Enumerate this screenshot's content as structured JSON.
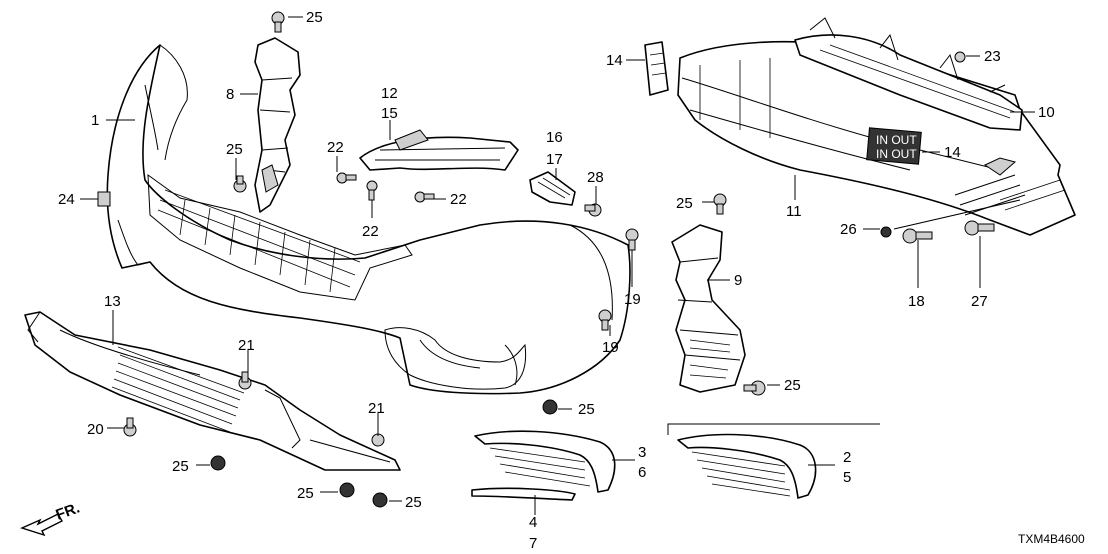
{
  "diagram": {
    "code": "TXM4B4600",
    "direction_label": "FR.",
    "callouts": {
      "c1": "1",
      "c2": "2",
      "c3": "3",
      "c4": "4",
      "c5": "5",
      "c6": "6",
      "c7": "7",
      "c8": "8",
      "c9": "9",
      "c10": "10",
      "c11": "11",
      "c12": "12",
      "c13": "13",
      "c14a": "14",
      "c14b": "14",
      "c15": "15",
      "c16": "16",
      "c17": "17",
      "c18": "18",
      "c19a": "19",
      "c19b": "19",
      "c20": "20",
      "c21a": "21",
      "c21b": "21",
      "c22a": "22",
      "c22b": "22",
      "c22c": "22",
      "c23": "23",
      "c24": "24",
      "c25a": "25",
      "c25b": "25",
      "c25c": "25",
      "c25d": "25",
      "c25e": "25",
      "c25f": "25",
      "c25g": "25",
      "c25h": "25",
      "c26": "26",
      "c27": "27",
      "c28": "28"
    },
    "bracket_label_a": "IN OUT",
    "bracket_label_b": "IN OUT"
  }
}
